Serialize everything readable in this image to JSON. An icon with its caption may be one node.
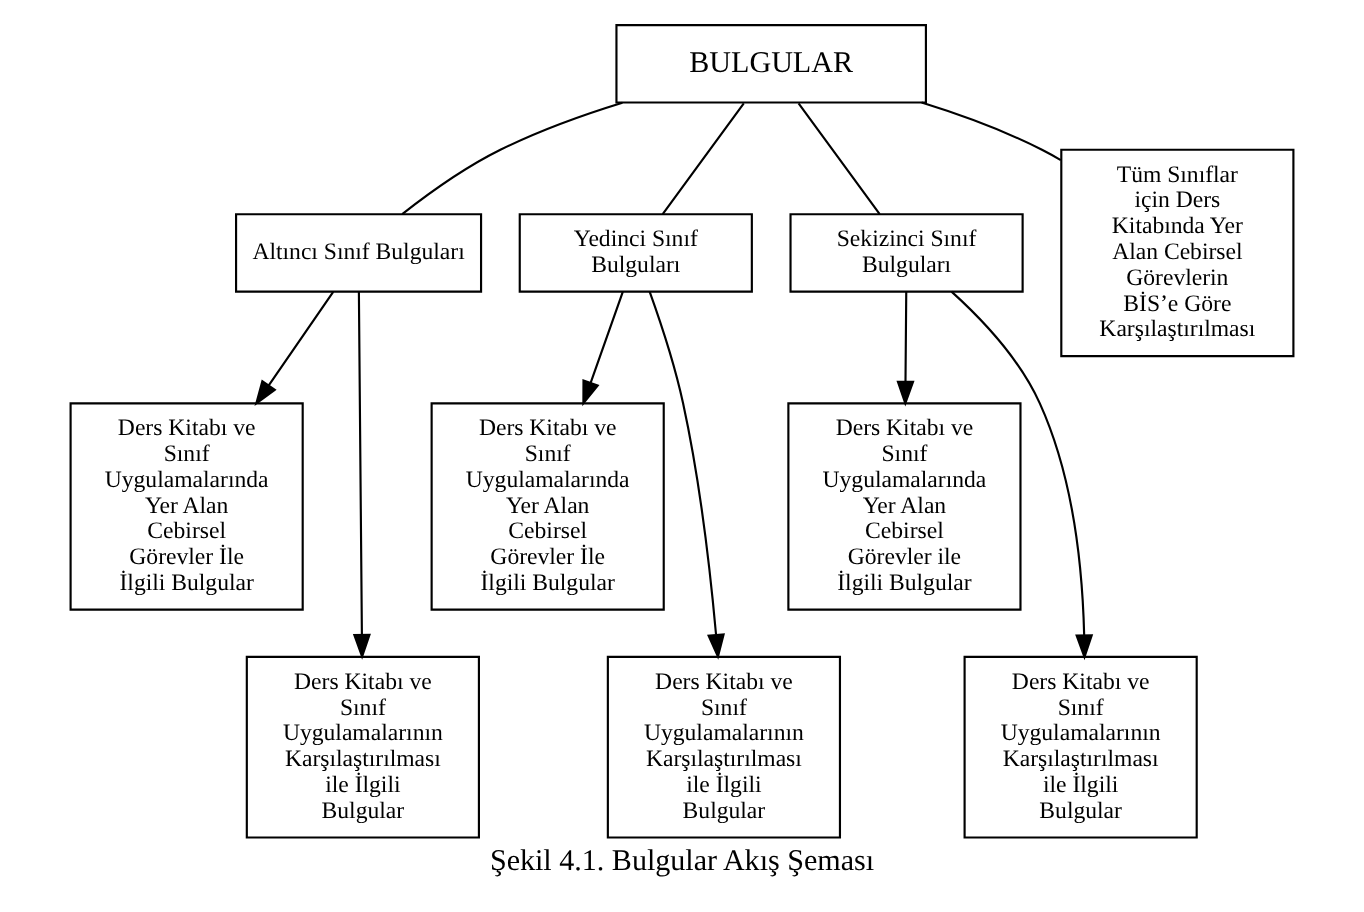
{
  "diagram": {
    "caption": "Şekil 4.1. Bulgular Akış Şeması",
    "nodes": [
      {
        "text": [
          "BULGULAR"
        ]
      },
      {
        "text": [
          "Altıncı Sınıf Bulguları"
        ]
      },
      {
        "text": [
          "Yedinci Sınıf Bulguları"
        ]
      },
      {
        "text": [
          "Sekizinci Sınıf Bulguları"
        ]
      },
      {
        "text": [
          "Tüm Sınıflar için Ders Kitabında Yer Alan Cebirsel Görevlerin BİS’e Göre Karşılaştırılması"
        ]
      },
      {
        "text": [
          "Ders Kitabı ve Sınıf Uygulamalarında Yer Alan Cebirsel Görevler İle İlgili Bulgular"
        ]
      },
      {
        "text": [
          "Ders Kitabı ve Sınıf Uygulamalarında Yer Alan Cebirsel Görevler İle İlgili Bulgular"
        ]
      },
      {
        "text": [
          "Ders Kitabı ve Sınıf Uygulamalarında Yer Alan Cebirsel Görevler ile İlgili Bulgular"
        ]
      },
      {
        "text": [
          "Ders Kitabı ve Sınıf Uygulamalarının Karşılaştırılması ile İlgili Bulgular"
        ]
      },
      {
        "text": [
          "Ders Kitabı ve Sınıf Uygulamalarının Karşılaştırılması ile İlgili Bulgular"
        ]
      },
      {
        "text": [
          "Ders Kitabı ve Sınıf Uygulamalarının Karşılaştırılması ile İlgili Bulgular"
        ]
      }
    ],
    "edges": [
      {
        "from": 0,
        "to": 1,
        "arrow": "none"
      },
      {
        "from": 0,
        "to": 2,
        "arrow": "none"
      },
      {
        "from": 0,
        "to": 3,
        "arrow": "none"
      },
      {
        "from": 0,
        "to": 4,
        "arrow": "none"
      },
      {
        "from": 1,
        "to": 5,
        "arrow": "to"
      },
      {
        "from": 1,
        "to": 8,
        "arrow": "to"
      },
      {
        "from": 2,
        "to": 6,
        "arrow": "to"
      },
      {
        "from": 2,
        "to": 9,
        "arrow": "to"
      },
      {
        "from": 3,
        "to": 7,
        "arrow": "to"
      },
      {
        "from": 3,
        "to": 10,
        "arrow": "to"
      }
    ]
  }
}
